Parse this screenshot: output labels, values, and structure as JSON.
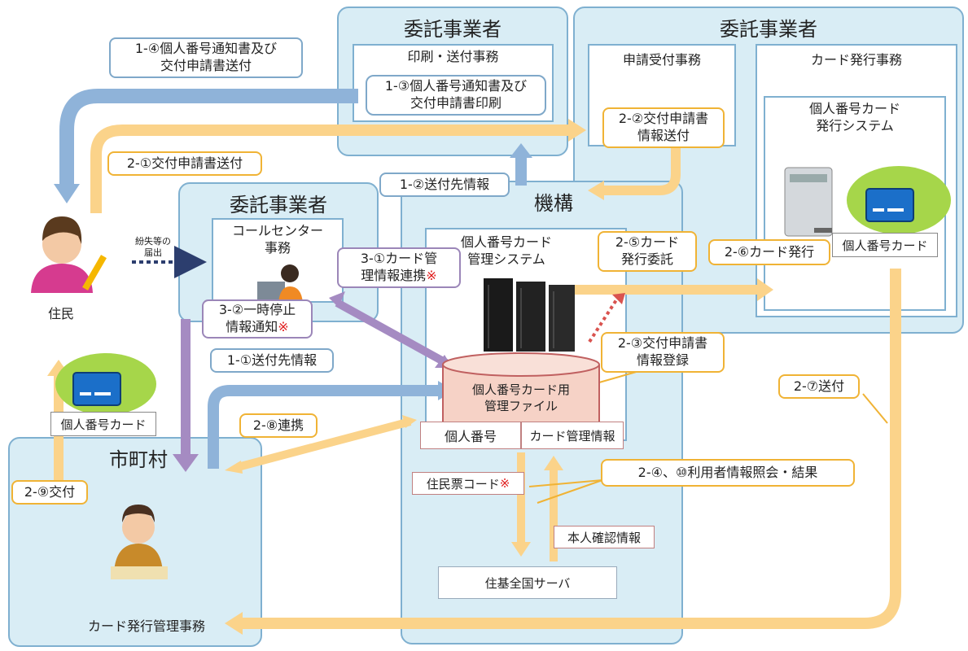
{
  "regions": {
    "contractor_top": "委託事業者",
    "contractor_right": "委託事業者",
    "contractor_mid": "委託事業者",
    "jlis": "機構",
    "municipality": "市町村"
  },
  "panels": {
    "print_send": "印刷・送付事務",
    "application_accept": "申請受付事務",
    "card_issue": "カード発行事務",
    "card_issue_system": "個人番号カード\n発行システム",
    "call_center": "コールセンター\n事務",
    "card_mgmt_system": "個人番号カード\n管理システム",
    "card_file": "個人番号カード用\n管理ファイル",
    "kojin_bango": "個人番号",
    "card_kanri": "カード管理情報",
    "juki_server": "住基全国サーバ",
    "card_issue_mgmt": "カード発行管理事務"
  },
  "callouts": {
    "c1_4": "1-④個人番号通知書及び\n交付申請書送付",
    "c1_3": "1-③個人番号通知書及び\n交付申請書印刷",
    "c2_2": "2-②交付申請書\n情報送付",
    "c2_1": "2-①交付申請書送付",
    "c1_2": "1-②送付先情報",
    "c3_1_main": "3-①カード管\n理情報連携",
    "c3_2_main": "3-②一時停止\n情報通知",
    "mark": "※",
    "c2_5": "2-⑤カード\n発行委託",
    "c2_6": "2-⑥カード発行",
    "c2_3": "2-③交付申請書\n情報登録",
    "c1_1": "1-①送付先情報",
    "c2_7": "2-⑦送付",
    "c2_8": "2-⑧連携",
    "c2_4": "2-④、⑩利用者情報照会・結果",
    "c2_9": "2-⑨交付",
    "juminhyo": "住民票コード",
    "honnin": "本人確認情報"
  },
  "people": {
    "resident": "住民",
    "report": "紛失等の\n届出"
  },
  "cards": {
    "card_right": "個人番号カード",
    "card_left": "個人番号カード"
  },
  "colors": {
    "region_fill": "#d9edf5",
    "region_border": "#7fb0d0",
    "arrow_blue": "#8fb3d9",
    "arrow_yellow": "#fbd38a",
    "arrow_purple": "#a58bc2",
    "accent_red": "#e02020"
  }
}
